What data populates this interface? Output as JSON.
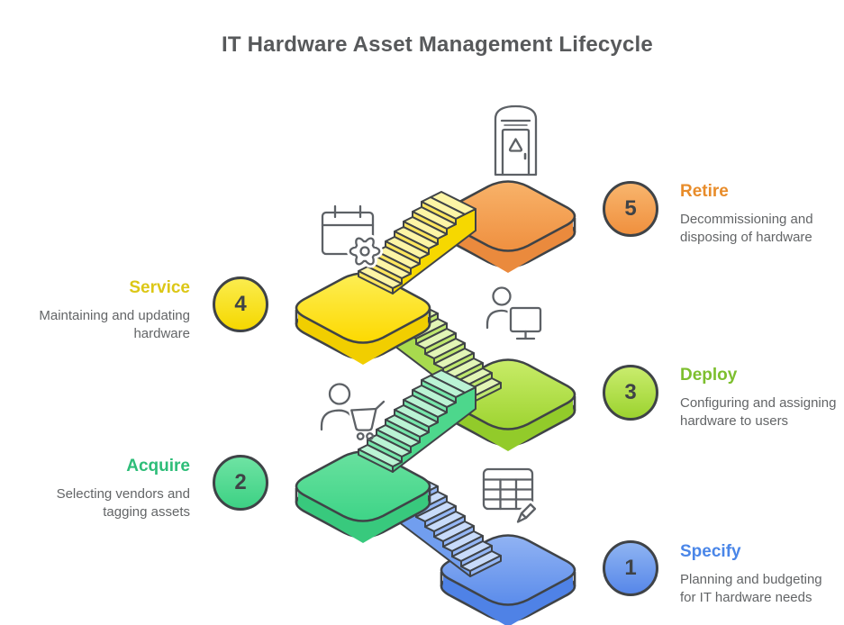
{
  "title": "IT Hardware Asset Management Lifecycle",
  "steps": [
    {
      "number": "1",
      "label": "Specify",
      "description": "Planning and budgeting\nfor IT hardware needs",
      "accent": "#4a86e8",
      "circle_top": "#8fb4f2",
      "circle_bottom": "#5787e9",
      "icon": "spreadsheet-pencil-icon"
    },
    {
      "number": "2",
      "label": "Acquire",
      "description": "Selecting vendors and\ntagging assets",
      "accent": "#2dbd78",
      "circle_top": "#6ee3a3",
      "circle_bottom": "#3dd184",
      "icon": "person-cart-icon"
    },
    {
      "number": "3",
      "label": "Deploy",
      "description": "Configuring and assigning\nhardware to users",
      "accent": "#7dbf2e",
      "circle_top": "#c9ec6d",
      "circle_bottom": "#9cd32f",
      "icon": "person-monitor-icon"
    },
    {
      "number": "4",
      "label": "Service",
      "description": "Maintaining and updating\nhardware",
      "accent": "#dcc716",
      "circle_top": "#fbec4d",
      "circle_bottom": "#f5d800",
      "icon": "calendar-gear-icon"
    },
    {
      "number": "5",
      "label": "Retire",
      "description": "Decommissioning and\ndisposing of hardware",
      "accent": "#e88c2a",
      "circle_top": "#f8b56d",
      "circle_bottom": "#f0903e",
      "icon": "exit-door-icon"
    }
  ],
  "colors": {
    "outline": "#3f4347",
    "title_text": "#57595b",
    "body_text": "#636567",
    "icon_stroke": "#5d6166",
    "background": "#ffffff",
    "platforms": {
      "specify": "#5b8ceb",
      "acquire": "#3ed487",
      "deploy": "#9ed431",
      "service": "#fdd900",
      "retire": "#ef9040"
    }
  }
}
